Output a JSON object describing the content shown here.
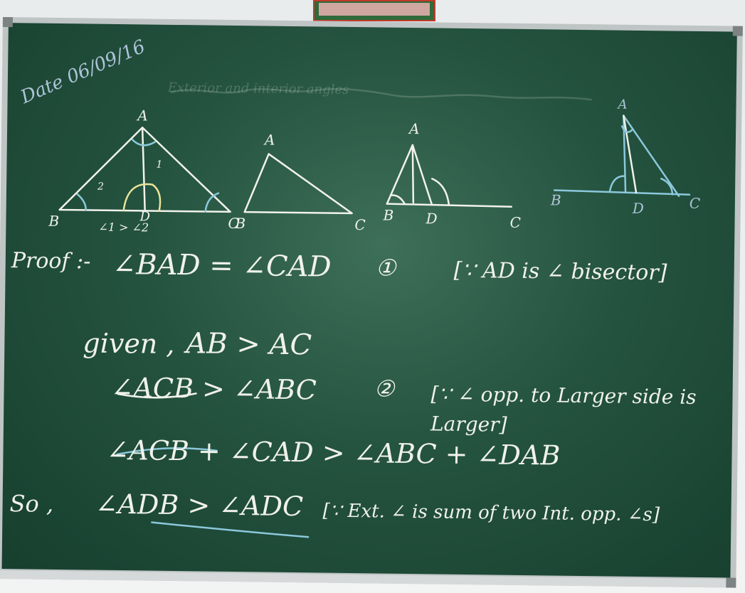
{
  "poster_caption": "",
  "board": {
    "date": "Date 06/09/16",
    "faint_header": "Exterior and interior angles",
    "diagram_labels": {
      "t1": {
        "A": "A",
        "B": "B",
        "C": "C",
        "D": "D",
        "one": "1",
        "two": "2",
        "angle_note": "∠1 > ∠2"
      },
      "t2": {
        "A": "A",
        "B": "B",
        "C": "C"
      },
      "t3": {
        "A": "A",
        "B": "B",
        "D": "D",
        "C": "C"
      },
      "t4": {
        "A": "A",
        "B": "B",
        "D": "D",
        "C": "C"
      }
    },
    "lines": [
      {
        "id": "proof",
        "label": "Proof :-",
        "expr": "∠BAD = ∠CAD",
        "ref": "①",
        "reason": "[∵ AD is ∠ bisector]"
      },
      {
        "id": "given",
        "label": "given ,",
        "expr": "AB > AC",
        "ref": "",
        "reason": ""
      },
      {
        "id": "step2",
        "label": "",
        "expr": "∠ACB > ∠ABC",
        "ref": "②",
        "reason": "[∵ ∠ opp. to Larger side is Larger]"
      },
      {
        "id": "step3",
        "label": "",
        "expr": "∠ACB + ∠CAD > ∠ABC + ∠DAB",
        "ref": "",
        "reason": ""
      },
      {
        "id": "so",
        "label": "So ,",
        "expr": "∠ADB > ∠ADC",
        "ref": "",
        "reason": "[∵ Ext. ∠ is sum of two Int. opp. ∠s]"
      }
    ]
  }
}
